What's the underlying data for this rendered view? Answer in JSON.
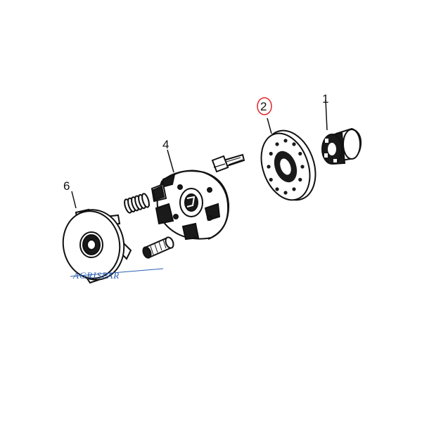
{
  "callouts": [
    {
      "id": "1",
      "label": "1"
    },
    {
      "id": "2",
      "label": "2",
      "highlight_color": "#e0262b"
    },
    {
      "id": "4",
      "label": "4"
    },
    {
      "id": "6",
      "label": "6"
    }
  ],
  "watermark": {
    "text": "AGRISPAR",
    "color": "#2b5fb3"
  },
  "colors": {
    "line": "#111111",
    "fill_dark": "#1a1a1a",
    "fill_light": "#ffffff"
  }
}
